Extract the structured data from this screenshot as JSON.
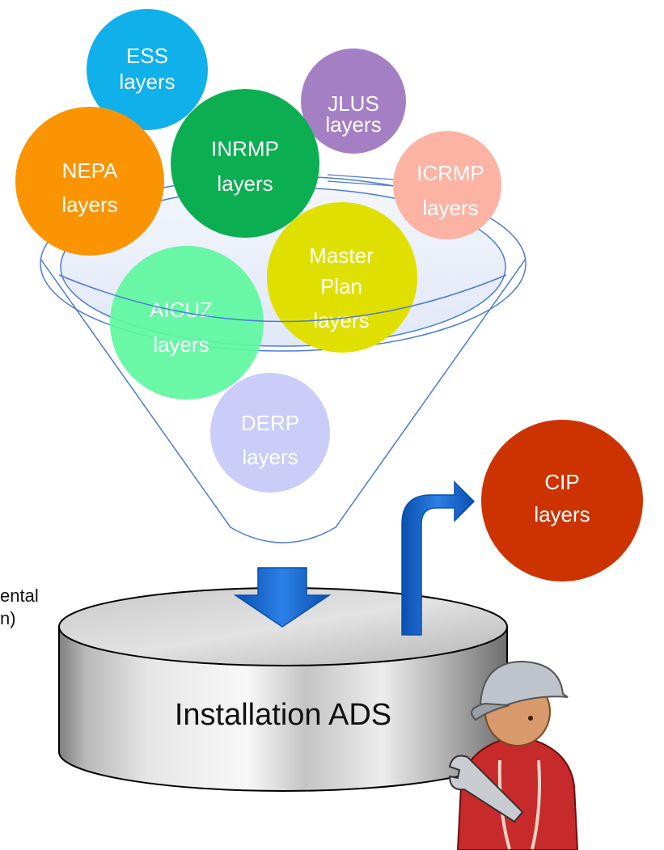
{
  "layer_bubbles": [
    {
      "id": "ess",
      "line1": "ESS",
      "line2": "layers",
      "color": "#10b0ea"
    },
    {
      "id": "jlus",
      "line1": "JLUS",
      "line2": "layers",
      "color": "#a57fc4"
    },
    {
      "id": "nepa",
      "line1": "NEPA",
      "line2": "layers",
      "color": "#fb9403"
    },
    {
      "id": "inrmp",
      "line1": "INRMP",
      "line2": "layers",
      "color": "#0cae52"
    },
    {
      "id": "icrmp",
      "line1": "ICRMP",
      "line2": "layers",
      "color": "#fcb3a3"
    },
    {
      "id": "master",
      "line1": "Master",
      "line2": "Plan",
      "line3": "layers",
      "color": "#e0e000"
    },
    {
      "id": "aicuz",
      "line1": "AICUZ",
      "line2": "layers",
      "color": "#5ff79f"
    },
    {
      "id": "derp",
      "line1": "DERP",
      "line2": "layers",
      "color": "#c9cdf7"
    }
  ],
  "output_bubble": {
    "line1": "CIP",
    "line2": "layers",
    "color": "#cc3300"
  },
  "database": {
    "label": "Installation ADS"
  },
  "left_fragment": {
    "line1": "ental",
    "line2": "n)"
  },
  "colors": {
    "funnel_line": "#4a7ad8",
    "arrow_blue": "#1a6ad0",
    "worker_red": "#c62a2a",
    "cap_gray": "#bfc4cc"
  },
  "icons": {
    "worker": "technician-with-wrench-icon"
  }
}
